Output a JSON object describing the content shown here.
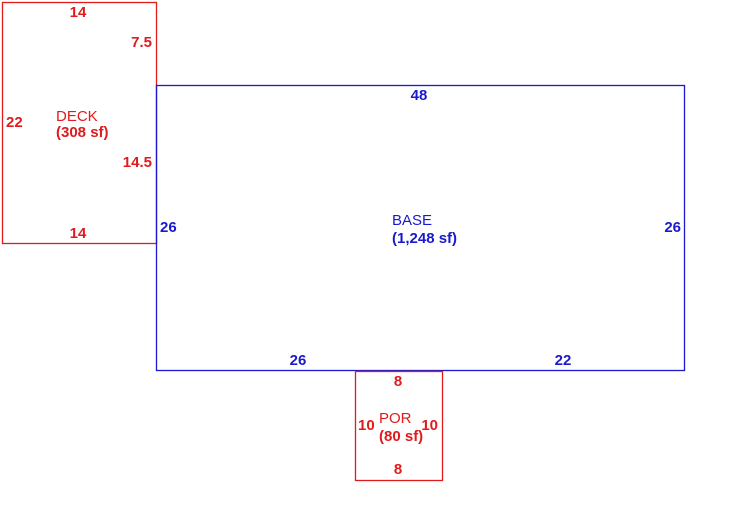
{
  "colors": {
    "deck": "#e01b1b",
    "base": "#1a1acc",
    "porch": "#e01b1b",
    "background": "#ffffff"
  },
  "deck": {
    "name": "DECK",
    "area": "(308 sf)",
    "dims": {
      "top": "14",
      "right_upper": "7.5",
      "left": "22",
      "right_lower": "14.5",
      "bottom": "14"
    }
  },
  "base": {
    "name": "BASE",
    "area": "(1,248 sf)",
    "dims": {
      "top": "48",
      "left": "26",
      "right": "26",
      "bottom_left": "26",
      "bottom_right": "22"
    }
  },
  "porch": {
    "name": "POR",
    "area": "(80 sf)",
    "dims": {
      "top": "8",
      "left": "10",
      "right": "10",
      "bottom": "8"
    }
  }
}
